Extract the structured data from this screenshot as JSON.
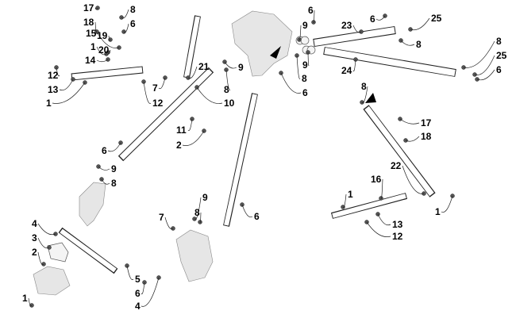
{
  "diagram": {
    "callouts": [
      "17",
      "18",
      "8",
      "6",
      "15",
      "19",
      "1",
      "20",
      "14",
      "12",
      "13",
      "1",
      "7",
      "12",
      "21",
      "9",
      "8",
      "10",
      "11",
      "2",
      "6",
      "9",
      "8",
      "6",
      "9",
      "23",
      "6",
      "25",
      "8",
      "9",
      "8",
      "6",
      "24",
      "8",
      "25",
      "6",
      "8",
      "17",
      "18",
      "9",
      "8",
      "6",
      "7",
      "22",
      "16",
      "1",
      "13",
      "12",
      "1",
      "4",
      "3",
      "2",
      "5",
      "6",
      "4",
      "1"
    ],
    "colors": {
      "line": "#222222",
      "background": "#ffffff",
      "arrow": "#000000"
    }
  }
}
